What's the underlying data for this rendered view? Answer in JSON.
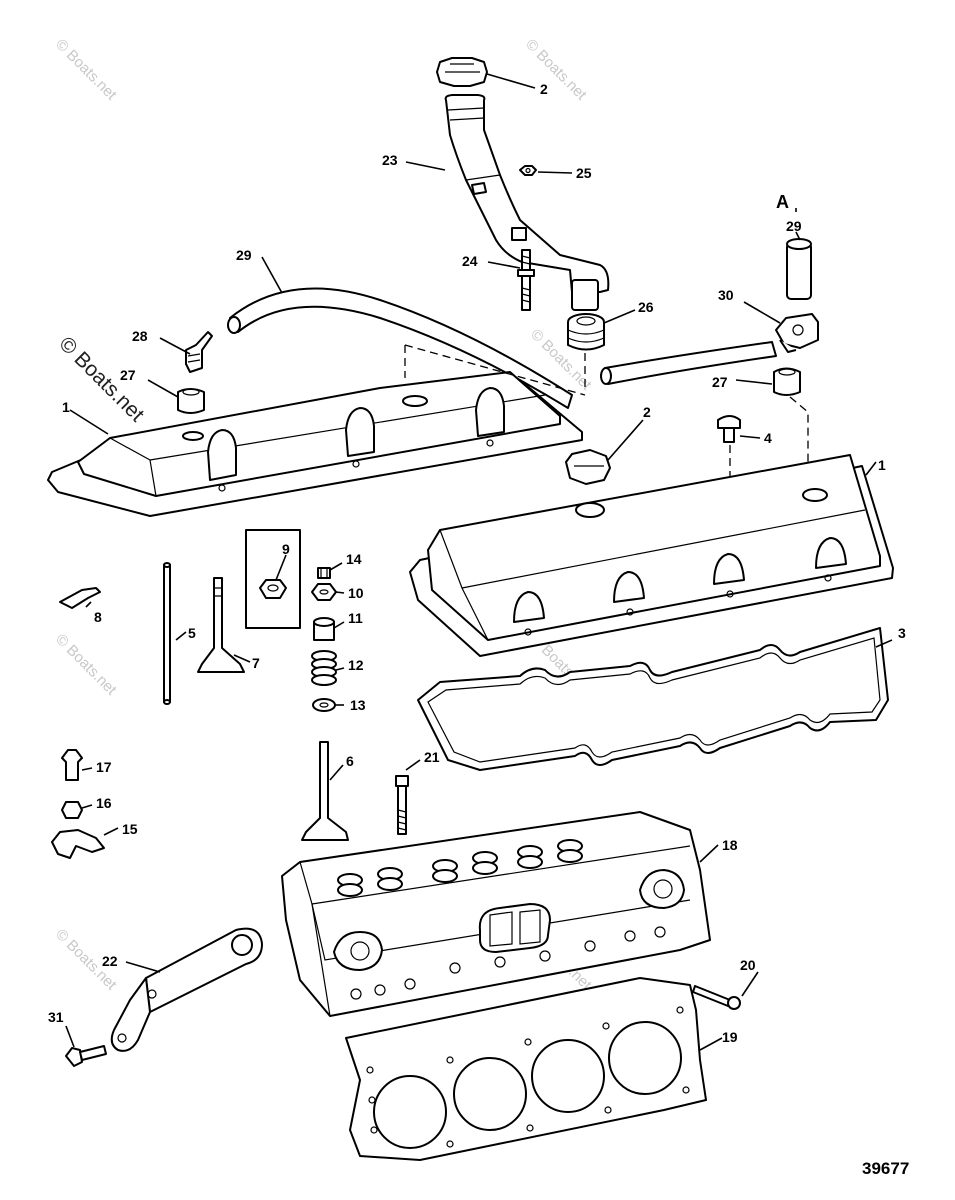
{
  "watermarks": {
    "small": "© Boats.net",
    "large": "© Boats.net"
  },
  "detail_label": "A",
  "figure_number": "39677",
  "callouts": {
    "c1a": "1",
    "c1b": "1",
    "c2a": "2",
    "c2b": "2",
    "c3": "3",
    "c4": "4",
    "c5": "5",
    "c6": "6",
    "c7": "7",
    "c8": "8",
    "c9": "9",
    "c10": "10",
    "c11": "11",
    "c12": "12",
    "c13": "13",
    "c14": "14",
    "c15": "15",
    "c16": "16",
    "c17": "17",
    "c18": "18",
    "c19": "19",
    "c20": "20",
    "c21": "21",
    "c22": "22",
    "c23": "23",
    "c24": "24",
    "c25": "25",
    "c26": "26",
    "c27a": "27",
    "c27b": "27",
    "c28": "28",
    "c29a": "29",
    "c29b": "29",
    "c30": "30",
    "c31": "31"
  }
}
